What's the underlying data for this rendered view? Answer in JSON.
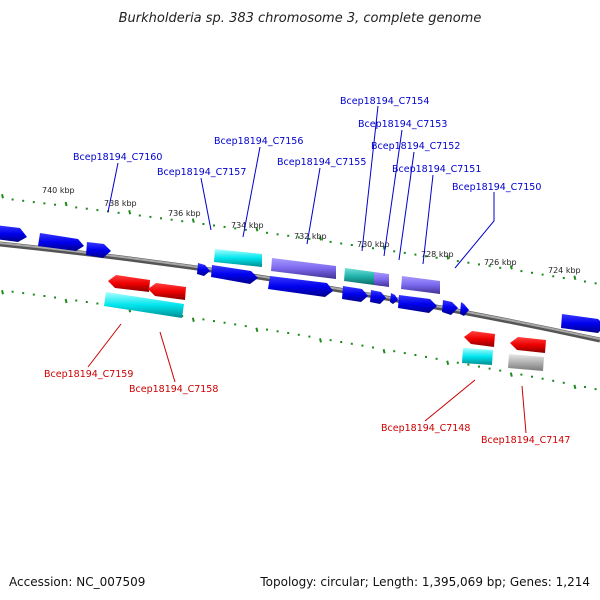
{
  "title": "Burkholderia sp. 383 chromosome 3, complete genome",
  "footer": {
    "accession": "Accession: NC_007509",
    "summary": "Topology: circular; Length: 1,395,069 bp; Genes: 1,214"
  },
  "colors": {
    "forward_label": "#0000cc",
    "reverse_label": "#cc0000",
    "backbone": "#808080",
    "ticks": "#1e8a1e",
    "gene_blue": "#0000ee",
    "gene_red": "#ee0000",
    "gene_cyan": "#00e5ee",
    "gene_purple": "#7b68ee",
    "gene_teal": "#20b2aa",
    "gene_gray": "#b0b0b0"
  },
  "scale_labels": [
    "740 kbp",
    "738 kbp",
    "736 kbp",
    "734 kbp",
    "732 kbp",
    "730 kbp",
    "728 kbp",
    "726 kbp",
    "724 kbp"
  ],
  "forward_labels": [
    "Bcep18194_C7160",
    "Bcep18194_C7157",
    "Bcep18194_C7156",
    "Bcep18194_C7155",
    "Bcep18194_C7154",
    "Bcep18194_C7153",
    "Bcep18194_C7152",
    "Bcep18194_C7151",
    "Bcep18194_C7150"
  ],
  "reverse_labels": [
    "Bcep18194_C7159",
    "Bcep18194_C7158",
    "Bcep18194_C7148",
    "Bcep18194_C7147"
  ]
}
